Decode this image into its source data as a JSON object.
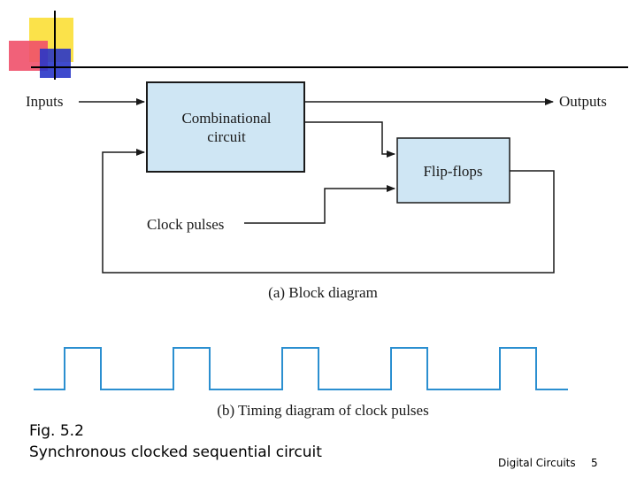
{
  "diagram": {
    "inputs_label": "Inputs",
    "outputs_label": "Outputs",
    "combinational_line1": "Combinational",
    "combinational_line2": "circuit",
    "flipflops_label": "Flip-flops",
    "clock_label": "Clock pulses",
    "block_caption": "(a) Block diagram",
    "timing_caption": "(b) Timing diagram of clock pulses"
  },
  "caption": {
    "line1": "Fig. 5.2",
    "line2": "Synchronous clocked sequential circuit"
  },
  "footer": {
    "course": "Digital Circuits",
    "page": "5"
  },
  "colors": {
    "box_fill": "#cfe6f4",
    "pulse": "#2b8fd0",
    "logo_yellow": "#fbe24a",
    "logo_red": "#f0506a",
    "logo_blue": "#2936c8"
  }
}
